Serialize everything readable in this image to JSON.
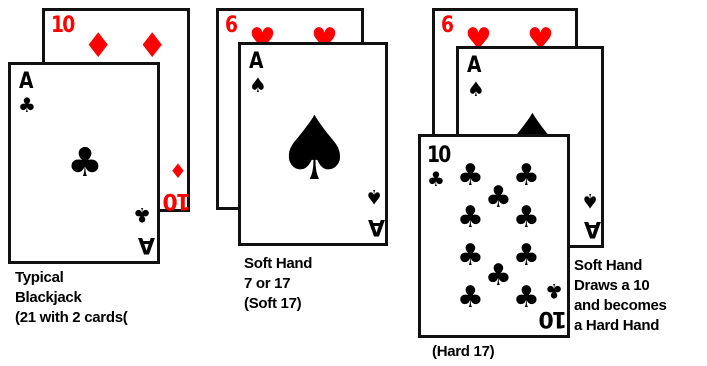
{
  "colors": {
    "red_suit": "#ff0000",
    "black_suit": "#000000",
    "card_border": "#111111"
  },
  "groups": [
    {
      "cards": [
        {
          "rank": "10",
          "suit": "diamond"
        },
        {
          "rank": "A",
          "suit": "club"
        }
      ],
      "caption": [
        "Typical",
        "Blackjack",
        "(21 with 2 cards("
      ]
    },
    {
      "cards": [
        {
          "rank": "6",
          "suit": "heart"
        },
        {
          "rank": "A",
          "suit": "spade"
        }
      ],
      "caption": [
        "Soft Hand",
        "7 or 17",
        "(Soft 17)"
      ]
    },
    {
      "cards": [
        {
          "rank": "6",
          "suit": "heart"
        },
        {
          "rank": "A",
          "suit": "spade"
        },
        {
          "rank": "10",
          "suit": "club"
        }
      ],
      "caption_right": [
        "Soft Hand",
        "Draws a 10",
        "and becomes",
        "a Hard Hand"
      ],
      "caption_below": "(Hard 17)"
    }
  ]
}
